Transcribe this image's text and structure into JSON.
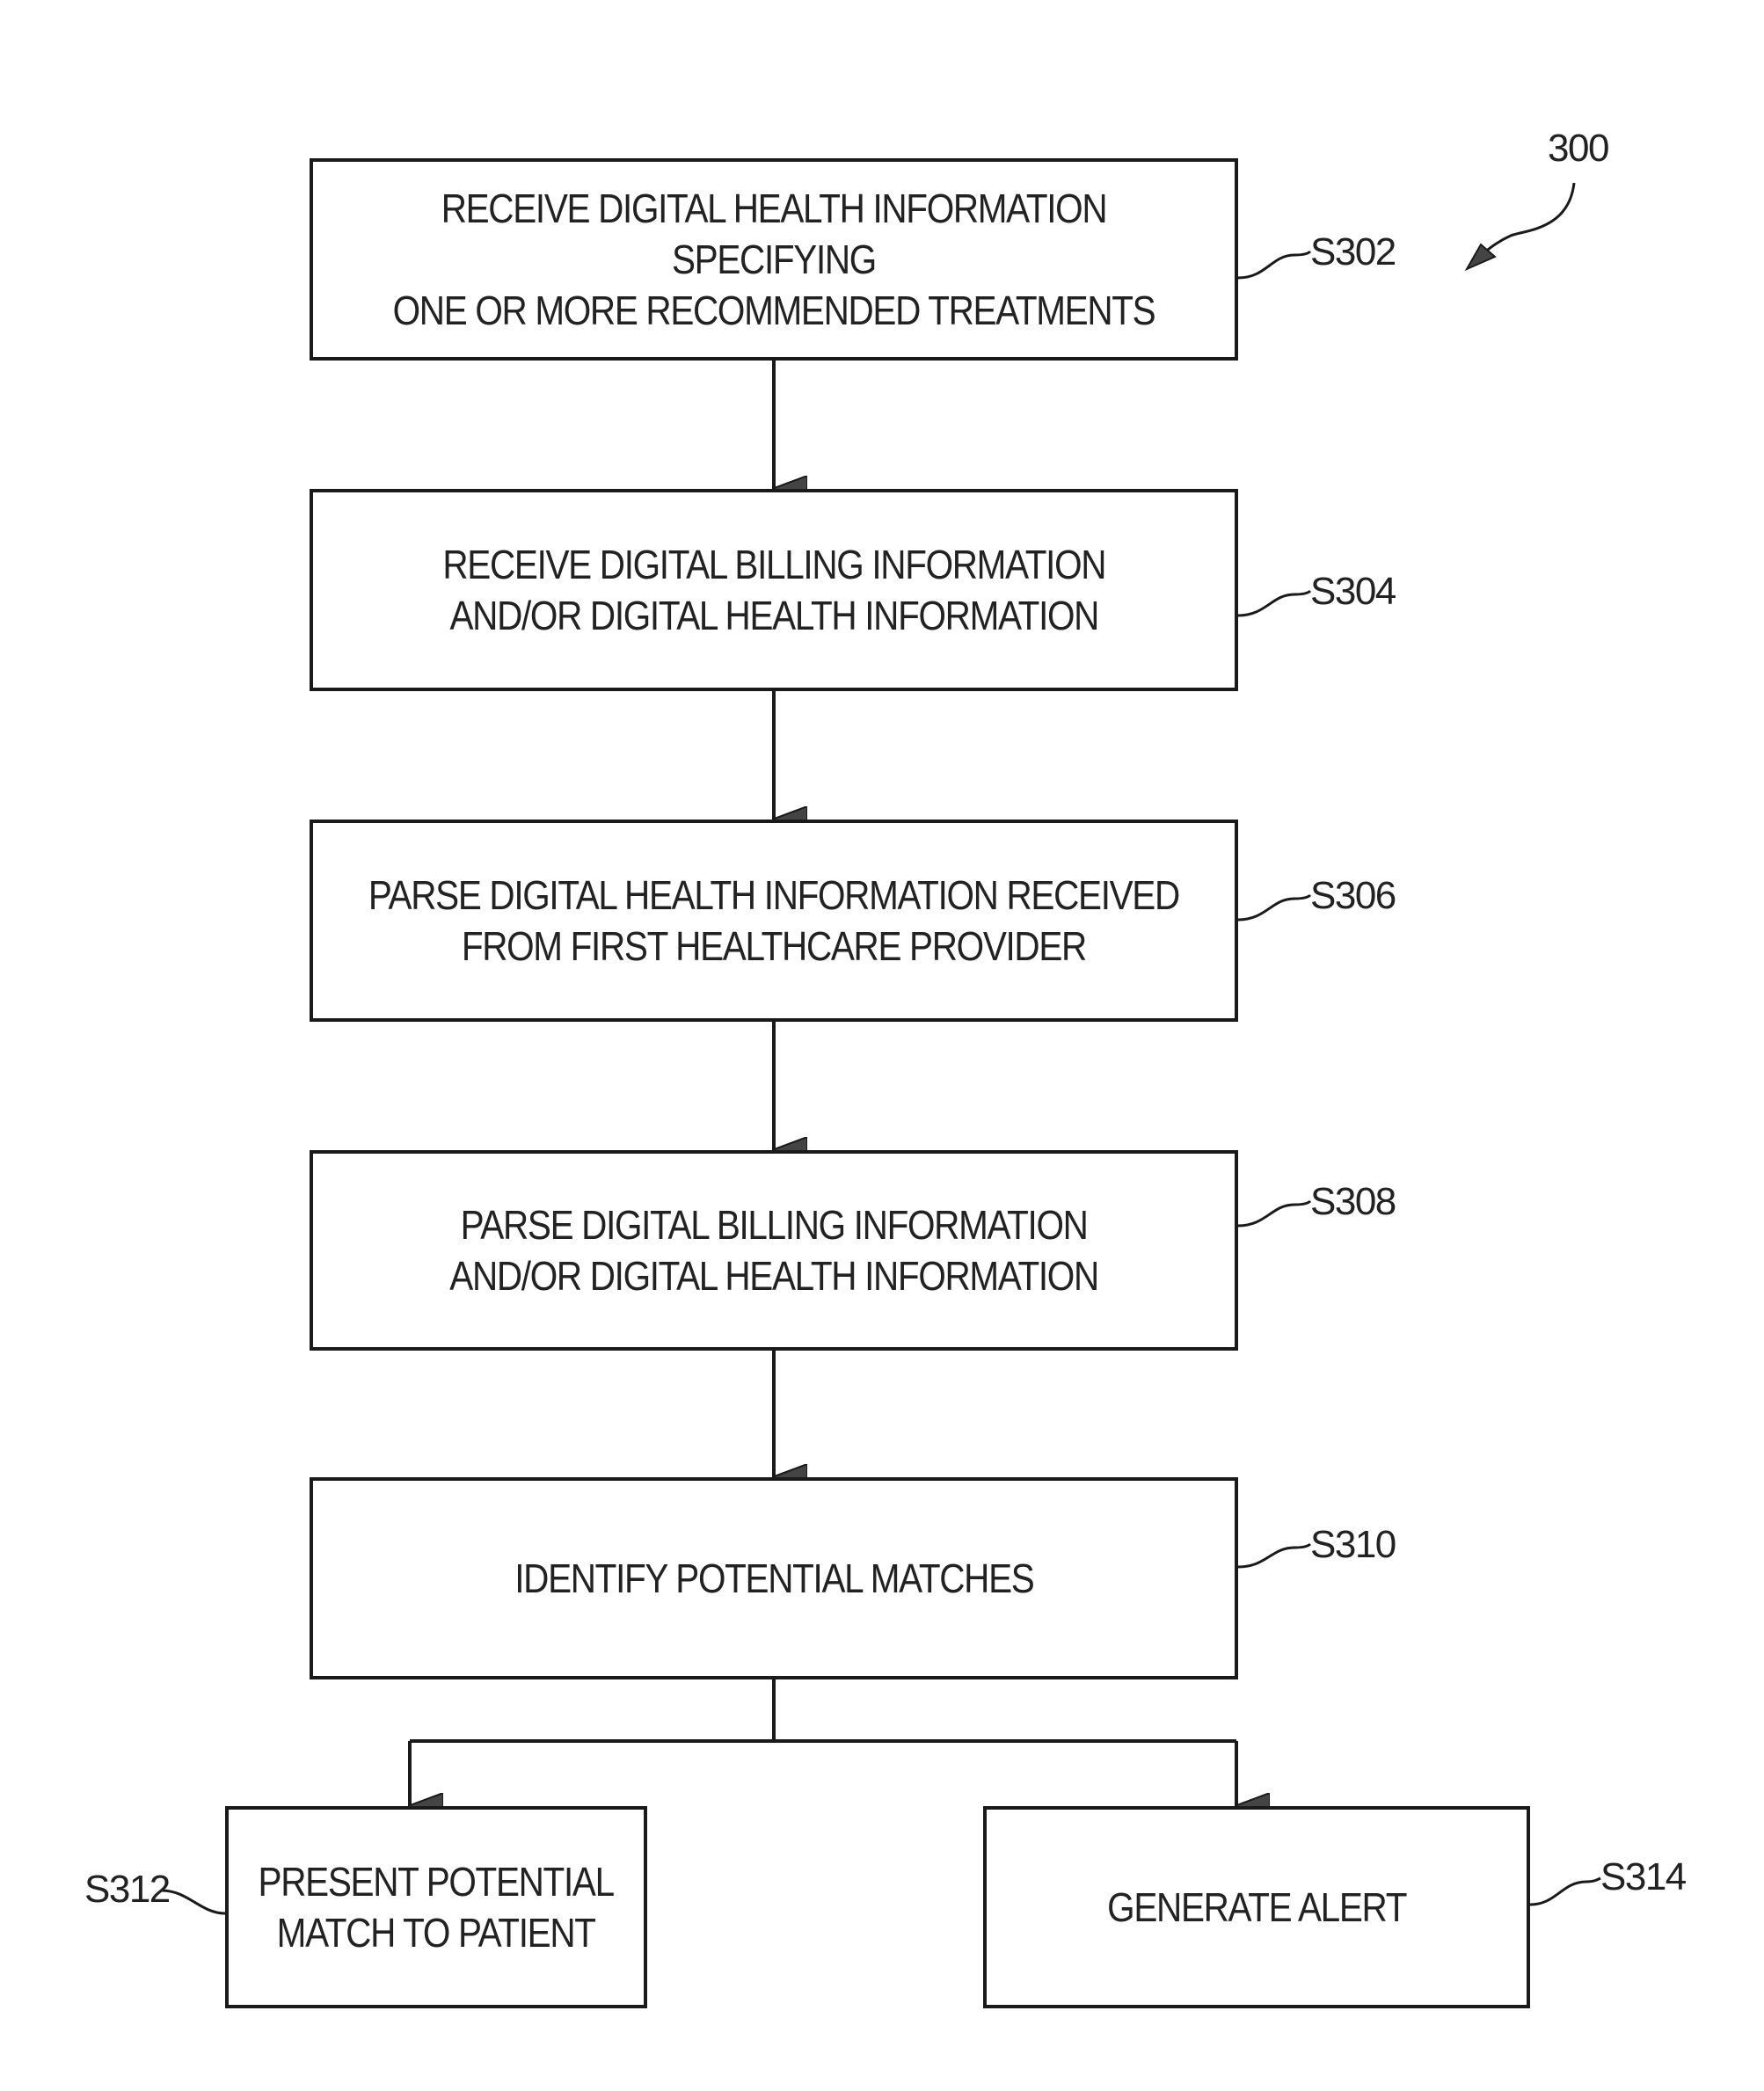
{
  "figure_number": "300",
  "steps": [
    {
      "id": "S302",
      "text": "RECEIVE DIGITAL HEALTH INFORMATION SPECIFYING\nONE OR MORE RECOMMENDED TREATMENTS"
    },
    {
      "id": "S304",
      "text": "RECEIVE DIGITAL BILLING INFORMATION\nAND/OR DIGITAL HEALTH INFORMATION"
    },
    {
      "id": "S306",
      "text": "PARSE DIGITAL HEALTH INFORMATION RECEIVED\nFROM FIRST HEALTHCARE PROVIDER"
    },
    {
      "id": "S308",
      "text": "PARSE DIGITAL BILLING INFORMATION\nAND/OR DIGITAL HEALTH INFORMATION"
    },
    {
      "id": "S310",
      "text": "IDENTIFY POTENTIAL MATCHES"
    },
    {
      "id": "S312",
      "text": "PRESENT POTENTIAL\nMATCH TO PATIENT"
    },
    {
      "id": "S314",
      "text": "GENERATE ALERT"
    }
  ],
  "colors": {
    "line": "#1a1a1a",
    "text": "#222222",
    "background": "#ffffff"
  }
}
